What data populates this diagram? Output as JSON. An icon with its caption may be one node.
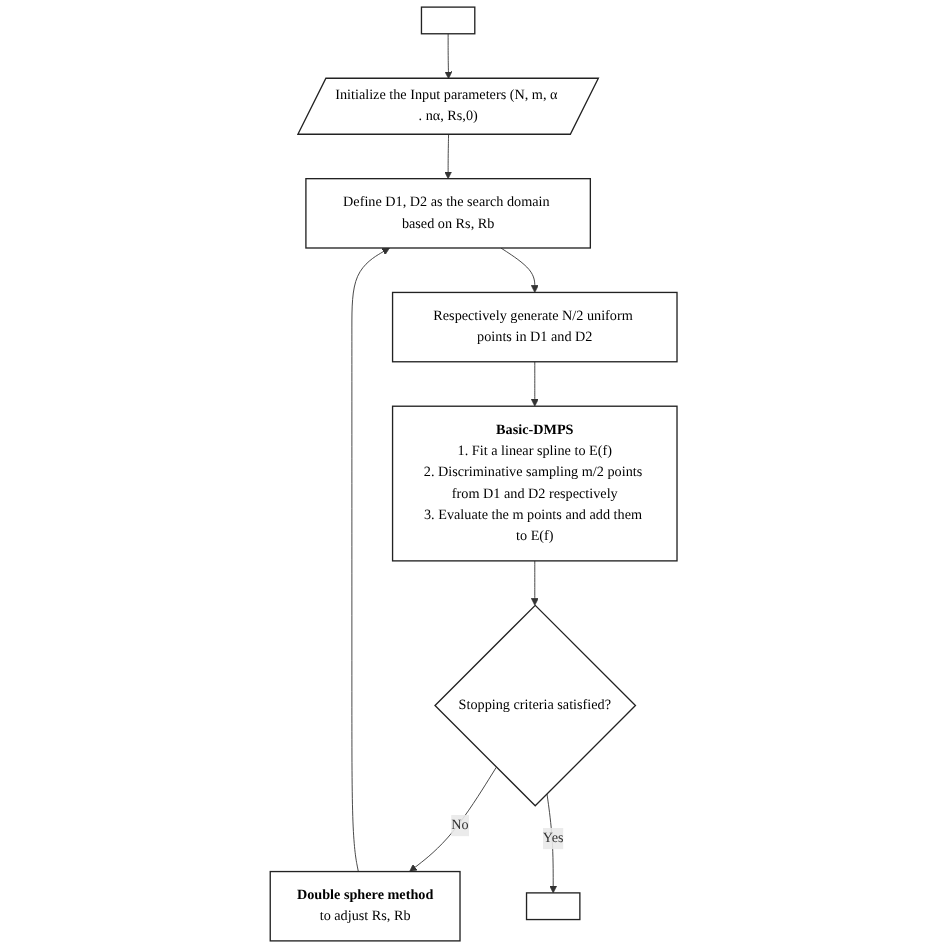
{
  "diagram": {
    "nodes": [
      {
        "text": [],
        "shape": "box"
      },
      {
        "text": [
          "Initialize the Input parameters (N, m, α . nα, Rs,0)"
        ]
      },
      {
        "text": [
          "Define D1, D2 as the search domain based on Rs, Rb"
        ]
      },
      {
        "text": [
          "Respectively generate N/2 uniform points in D1 and D2"
        ]
      },
      {
        "text": [
          "Basic-DMPS",
          "1. Fit a linear spline to E(f)",
          "2. Discriminative sampling m/2 points from D1 and D2 respectively",
          "3. Evaluate the m points and add them to E(f)"
        ]
      },
      {
        "text": [
          "Stopping criteria satisfied?"
        ]
      },
      {
        "text": [
          "Double sphere method",
          "to adjust Rs, Rb"
        ]
      },
      {
        "text": [],
        "shape": "box"
      }
    ],
    "edges": [
      {
        "from": 0,
        "to": 1,
        "arrow": "to"
      },
      {
        "from": 1,
        "to": 2,
        "arrow": "to"
      },
      {
        "from": 2,
        "to": 3,
        "arrow": "to"
      },
      {
        "from": 3,
        "to": 4,
        "arrow": "to"
      },
      {
        "from": 4,
        "to": 5,
        "arrow": "to"
      },
      {
        "from": 5,
        "to": 6,
        "label": "No",
        "arrow": "to"
      },
      {
        "from": 6,
        "to": 2,
        "arrow": "to"
      },
      {
        "from": 5,
        "to": 7,
        "label": "Yes",
        "arrow": "to"
      }
    ]
  }
}
